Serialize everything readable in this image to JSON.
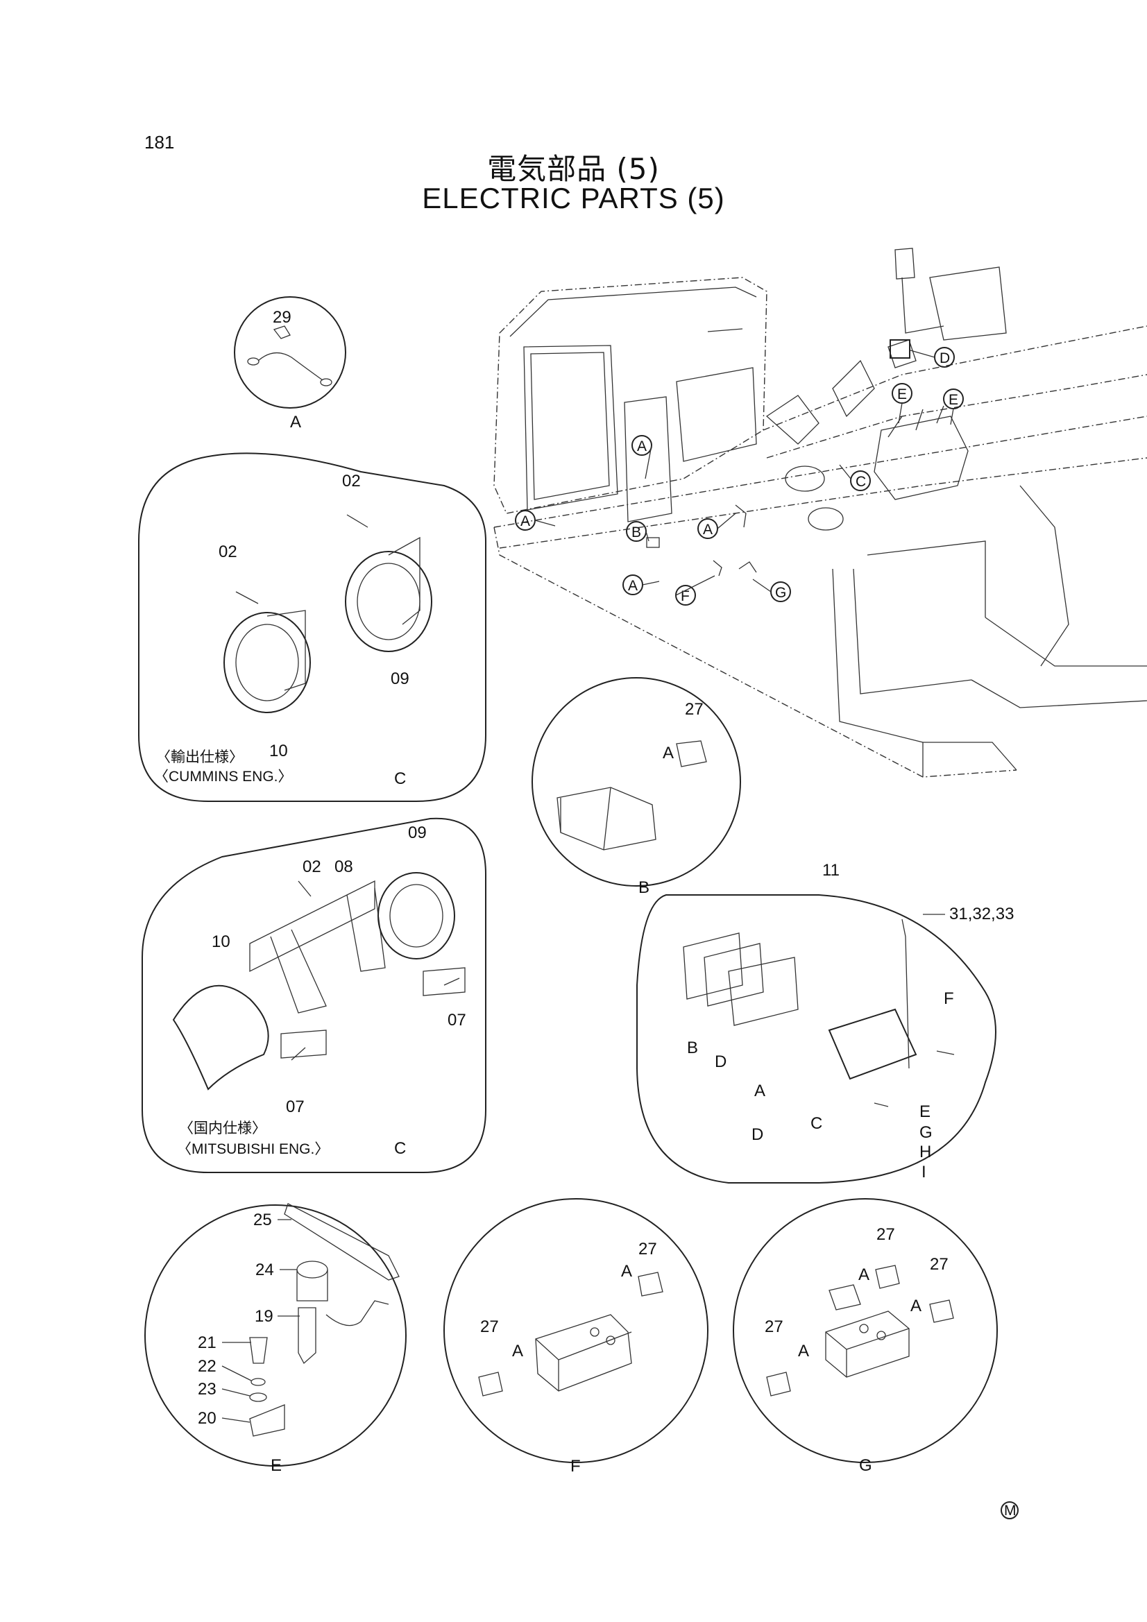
{
  "page": {
    "number": "181",
    "title_ja": "電気部品 (5)",
    "title_en": "ELECTRIC PARTS (5)"
  },
  "machine_callouts": [
    "A",
    "A",
    "A",
    "A",
    "B",
    "C",
    "D",
    "E",
    "E",
    "F",
    "G"
  ],
  "details": {
    "A": {
      "letter": "A",
      "parts": [
        "29"
      ]
    },
    "C_cummins": {
      "letter": "C",
      "parts": [
        "02",
        "02",
        "09",
        "10"
      ],
      "note_ja": "〈輸出仕様〉",
      "note_en": "〈CUMMINS ENG.〉"
    },
    "C_mitsubishi": {
      "letter": "C",
      "parts": [
        "02",
        "08",
        "09",
        "10",
        "07",
        "07"
      ],
      "note_ja": "〈国内仕様〉",
      "note_en": "〈MITSUBISHI ENG.〉"
    },
    "B": {
      "letter": "B",
      "parts": [
        "27"
      ],
      "sub": [
        "A"
      ]
    },
    "D": {
      "letter": "D",
      "parts": [
        "11",
        "31,32,33"
      ],
      "sub": [
        "B",
        "D",
        "A",
        "C",
        "F",
        "E",
        "G",
        "H",
        "I"
      ]
    },
    "E": {
      "letter": "E",
      "parts": [
        "25",
        "24",
        "19",
        "21",
        "22",
        "23",
        "20"
      ]
    },
    "F": {
      "letter": "F",
      "parts": [
        "27",
        "27"
      ],
      "sub": [
        "A",
        "A"
      ]
    },
    "G": {
      "letter": "G",
      "parts": [
        "27",
        "27",
        "27"
      ],
      "sub": [
        "A",
        "A",
        "A"
      ]
    }
  },
  "footer_mark": "M"
}
